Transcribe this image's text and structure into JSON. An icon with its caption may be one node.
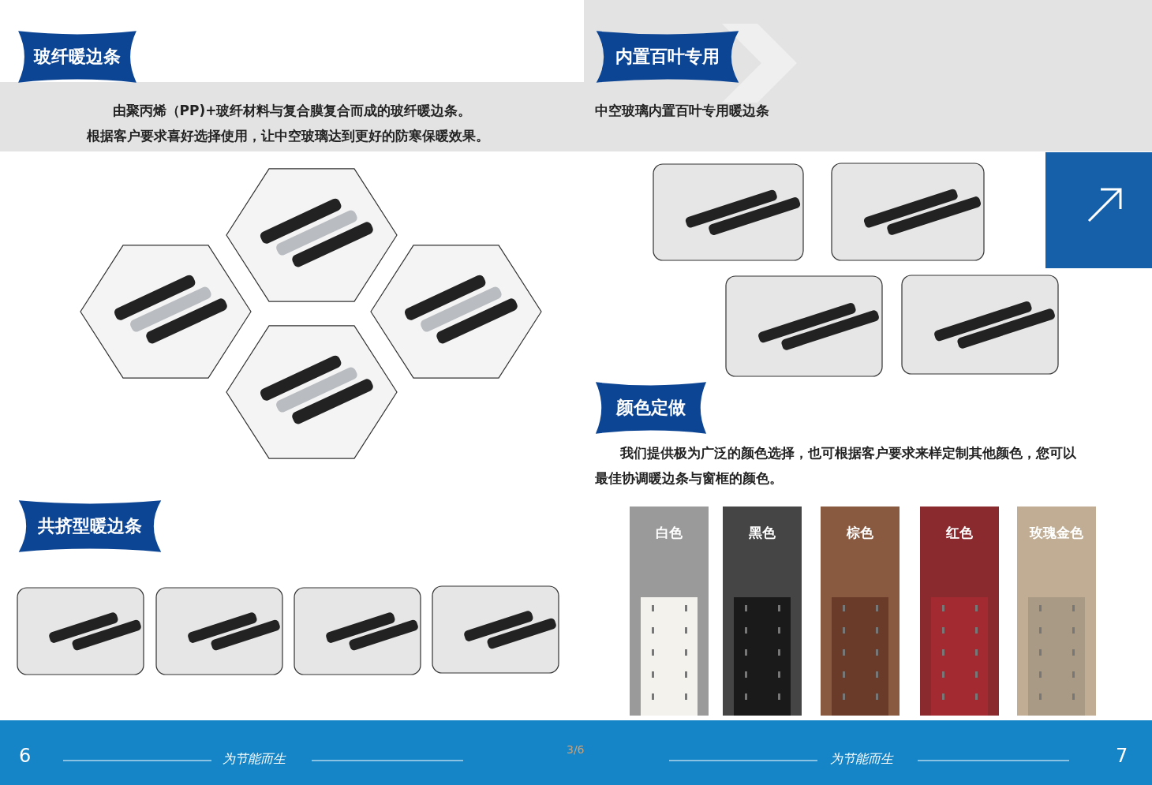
{
  "diagram": {
    "nodes": [
      {
        "text": [
          "玻纤暖边条"
        ]
      },
      {
        "text": [
          "共挤型暖边条"
        ]
      },
      {
        "text": [
          "内置百叶专用"
        ]
      },
      {
        "text": [
          "颜色定做"
        ]
      },
      {
        "text": [
          "白色"
        ]
      },
      {
        "text": [
          "黑色"
        ]
      },
      {
        "text": [
          "棕色"
        ]
      },
      {
        "text": [
          "红色"
        ]
      },
      {
        "text": [
          "玫瑰金色"
        ]
      }
    ],
    "labels": [
      "由聚丙烯（PP)+玻纤材料与复合膜复合而成的玻纤暖边条。",
      "根据客户要求喜好选择使用，让中空玻璃达到更好的防寒保暖效果。",
      "中空玻璃内置百叶专用暖边条",
      "我们提供极为广泛的颜色选择，也可根据客户要求来样定制其他颜色，您可以最佳协调暖边条与窗框的颜色。",
      "6",
      "为节能而生",
      "3/6",
      "为节能而生",
      "7"
    ]
  }
}
